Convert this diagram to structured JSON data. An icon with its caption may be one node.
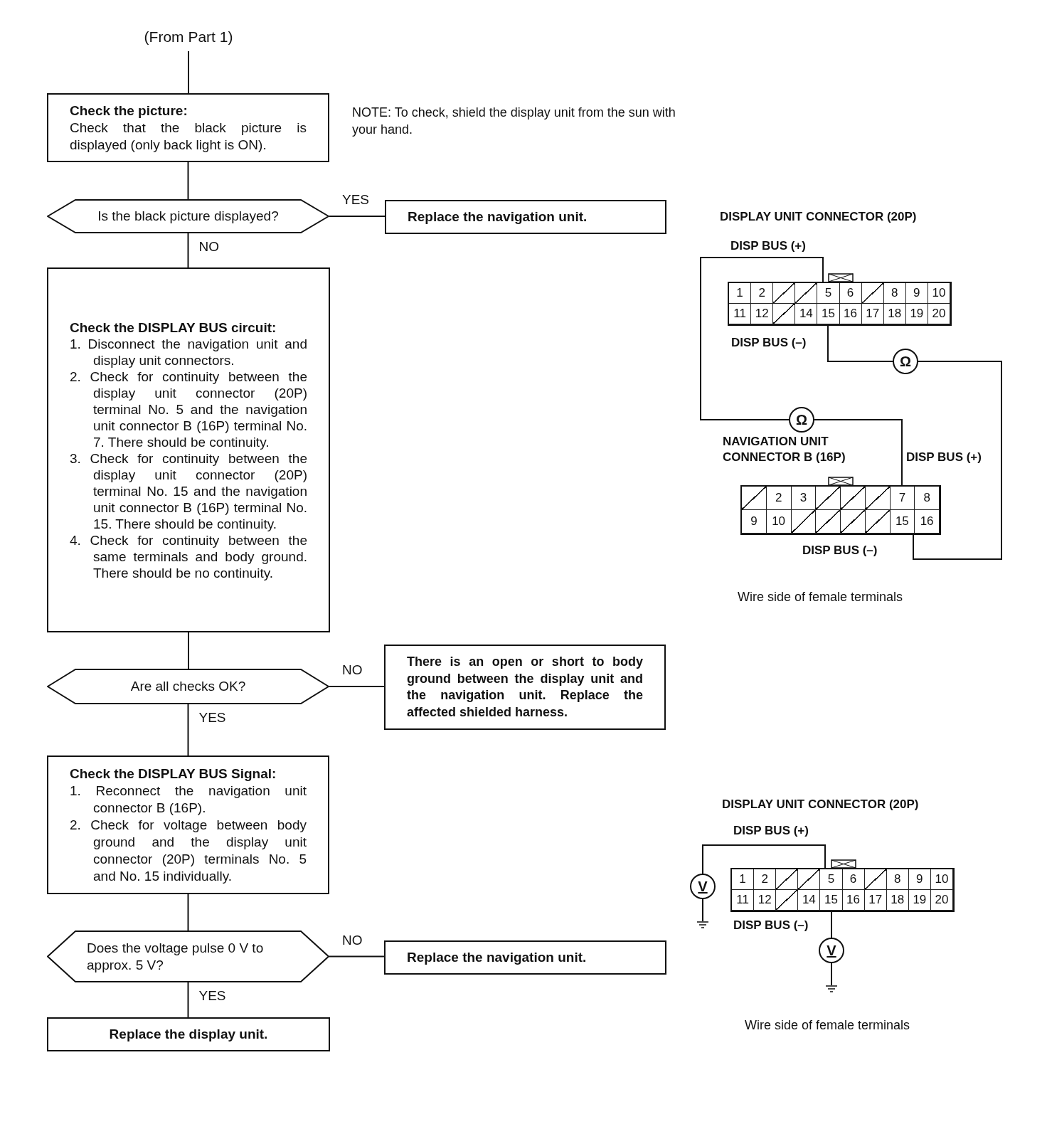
{
  "diagram": {
    "nodes": [
      {
        "text": [
          "(From Part 1)"
        ]
      },
      {
        "text": [
          "Check the picture:",
          "Check that the black picture is displayed (only back light is ON)."
        ]
      },
      {
        "text": [
          "Is the black picture displayed?"
        ]
      },
      {
        "text": [
          "Replace the navigation unit."
        ]
      },
      {
        "text": [
          "Check the DISPLAY BUS circuit:",
          "1. Disconnect the navigation unit and display unit connectors.",
          "2. Check for continuity between the display unit connector (20P) terminal No. 5 and the navigation unit connector B (16P) terminal No. 7. There should be continuity.",
          "3. Check for continuity between the display unit connector (20P) terminal No. 15 and the navigation unit connector B (16P) terminal No. 15. There should be continuity.",
          "4. Check for continuity between the same terminals and body ground. There should be no continuity."
        ]
      },
      {
        "text": [
          "Are all checks OK?"
        ]
      },
      {
        "text": [
          "There is an open or short to body ground between the display unit and the navigation unit. Replace the affected shielded harness."
        ]
      },
      {
        "text": [
          "Check the DISPLAY BUS Signal:",
          "1. Reconnect the navigation unit connector B (16P).",
          "2. Check for voltage between body ground and the display unit connector (20P) terminals No. 5 and No. 15 individually."
        ]
      },
      {
        "text": [
          "Does the voltage pulse 0 V to approx. 5 V?"
        ]
      },
      {
        "text": [
          "Replace the navigation unit."
        ]
      },
      {
        "text": [
          "Replace the display unit."
        ]
      },
      {
        "text": [
          "1",
          "2",
          "5",
          "6",
          "8",
          "9",
          "10",
          "11",
          "12",
          "14",
          "15",
          "16",
          "17",
          "18",
          "19",
          "20"
        ]
      },
      {
        "text": [
          "Ω"
        ]
      },
      {
        "text": [
          "Ω"
        ]
      },
      {
        "text": [
          "2",
          "3",
          "7",
          "8",
          "9",
          "10",
          "15",
          "16"
        ]
      },
      {
        "text": [
          "1",
          "2",
          "5",
          "6",
          "8",
          "9",
          "10",
          "11",
          "12",
          "14",
          "15",
          "16",
          "17",
          "18",
          "19",
          "20"
        ]
      },
      {
        "text": [
          "V"
        ]
      },
      {
        "text": [
          "V"
        ]
      },
      {
        "text": [],
        "shape": "ground"
      },
      {
        "text": [],
        "shape": "ground"
      }
    ],
    "edges": [
      {
        "from": 0,
        "to": 1,
        "arrow": "none"
      },
      {
        "from": 1,
        "to": 2,
        "arrow": "none"
      },
      {
        "from": 2,
        "to": 3,
        "arrow": "none",
        "label": "YES"
      },
      {
        "from": 2,
        "to": 4,
        "arrow": "none",
        "label": "NO"
      },
      {
        "from": 4,
        "to": 5,
        "arrow": "none"
      },
      {
        "from": 5,
        "to": 6,
        "arrow": "none",
        "label": "NO"
      },
      {
        "from": 5,
        "to": 7,
        "arrow": "none",
        "label": "YES"
      },
      {
        "from": 7,
        "to": 8,
        "arrow": "none"
      },
      {
        "from": 8,
        "to": 9,
        "arrow": "none",
        "label": "NO"
      },
      {
        "from": 8,
        "to": 10,
        "arrow": "none",
        "label": "YES"
      },
      {
        "from": 11,
        "to": 13,
        "arrow": "none"
      },
      {
        "from": 13,
        "to": 14,
        "arrow": "none"
      },
      {
        "from": 11,
        "to": 12,
        "arrow": "none"
      },
      {
        "from": 12,
        "to": 14,
        "arrow": "none"
      },
      {
        "from": 15,
        "to": 16,
        "arrow": "none"
      },
      {
        "from": 16,
        "to": 18,
        "arrow": "none"
      },
      {
        "from": 15,
        "to": 17,
        "arrow": "none"
      },
      {
        "from": 17,
        "to": 19,
        "arrow": "none"
      }
    ],
    "labels": [
      "NOTE: To check, shield the display unit from the sun with your hand.",
      "DISPLAY UNIT CONNECTOR (20P)",
      "DISP BUS (+)",
      "DISP BUS (–)",
      "NAVIGATION UNIT CONNECTOR B (16P)",
      "DISP BUS (+)",
      "DISP BUS (–)",
      "Wire side of female terminals",
      "DISPLAY UNIT CONNECTOR (20P)",
      "DISP BUS (+)",
      "DISP BUS (–)",
      "Wire side of female terminals"
    ]
  }
}
